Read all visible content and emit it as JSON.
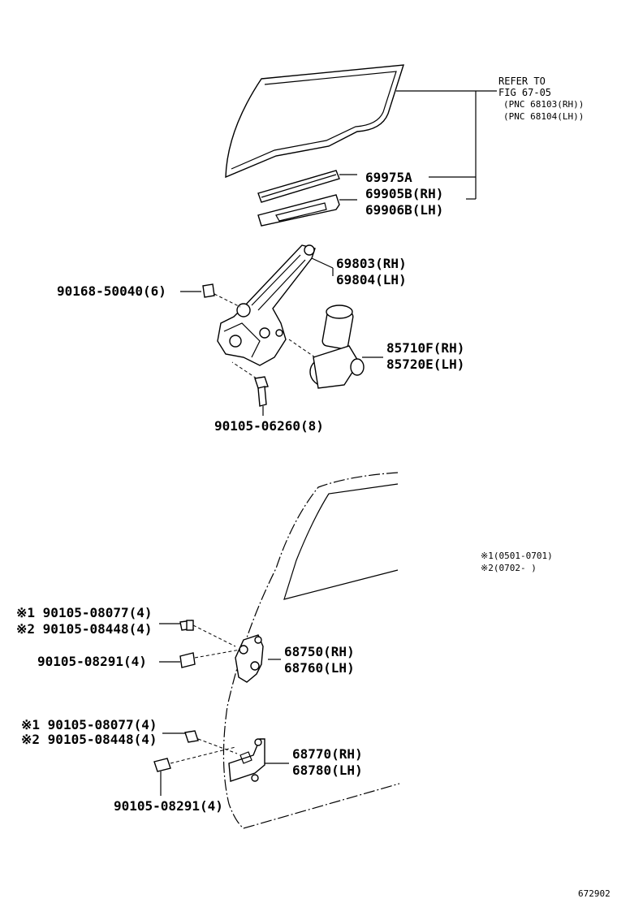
{
  "refer": {
    "line1": "REFER TO",
    "line2": "FIG 67-05",
    "line3": "(PNC 68103(RH))",
    "line4": "(PNC 68104(LH))"
  },
  "labels": {
    "p69975a": "69975A",
    "p69905b": "69905B(RH)",
    "p69906b": "69906B(LH)",
    "p69803": "69803(RH)",
    "p69804": "69804(LH)",
    "p90168": "90168-50040(6)",
    "p85710f": "85710F(RH)",
    "p85720e": "85720E(LH)",
    "p90105_06260": "90105-06260(8)",
    "p68750": "68750(RH)",
    "p68760": "68760(LH)",
    "p68770": "68770(RH)",
    "p68780": "68780(LH)",
    "upper_b1": "※1 90105-08077(4)",
    "upper_b2": "※2 90105-08448(4)",
    "upper_b3": "90105-08291(4)",
    "lower_b1": "※1 90105-08077(4)",
    "lower_b2": "※2 90105-08448(4)",
    "lower_b3": "90105-08291(4)"
  },
  "notes": {
    "n1": "※1(0501-0701)",
    "n2": "※2(0702-      )"
  },
  "figure_number": "672902"
}
